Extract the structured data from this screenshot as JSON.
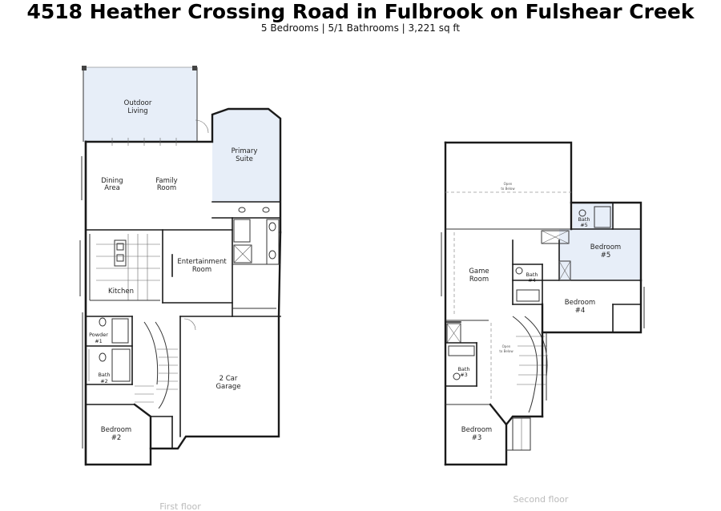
{
  "header": {
    "title": "4518 Heather Crossing Road in Fulbrook on Fulshear Creek",
    "subtitle": "5 Bedrooms | 5/1 Bathrooms | 3,221 sq ft"
  },
  "first_floor": {
    "caption": "First floor",
    "rooms": {
      "outdoor_1": "Outdoor",
      "outdoor_2": "Living",
      "primary_1": "Primary",
      "primary_2": "Suite",
      "dining_1": "Dining",
      "dining_2": "Area",
      "family_1": "Family",
      "family_2": "Room",
      "ent_1": "Entertainment",
      "ent_2": "Room",
      "kitchen": "Kitchen",
      "powder_1": "Powder",
      "powder_2": "#1",
      "bath2_1": "Bath",
      "bath2_2": "#2",
      "garage_1": "2 Car",
      "garage_2": "Garage",
      "bed2_1": "Bedroom",
      "bed2_2": "#2"
    }
  },
  "second_floor": {
    "caption": "Second floor",
    "rooms": {
      "open1_1": "Open",
      "open1_2": "to Below",
      "bath5_1": "Bath",
      "bath5_2": "#5",
      "bed5_1": "Bedroom",
      "bed5_2": "#5",
      "game_1": "Game",
      "game_2": "Room",
      "bath4_1": "Bath",
      "bath4_2": "#4",
      "bed4_1": "Bedroom",
      "bed4_2": "#4",
      "open2_1": "Open",
      "open2_2": "to Below",
      "bath3_1": "Bath",
      "bath3_2": "#3",
      "bed3_1": "Bedroom",
      "bed3_2": "#3"
    }
  }
}
